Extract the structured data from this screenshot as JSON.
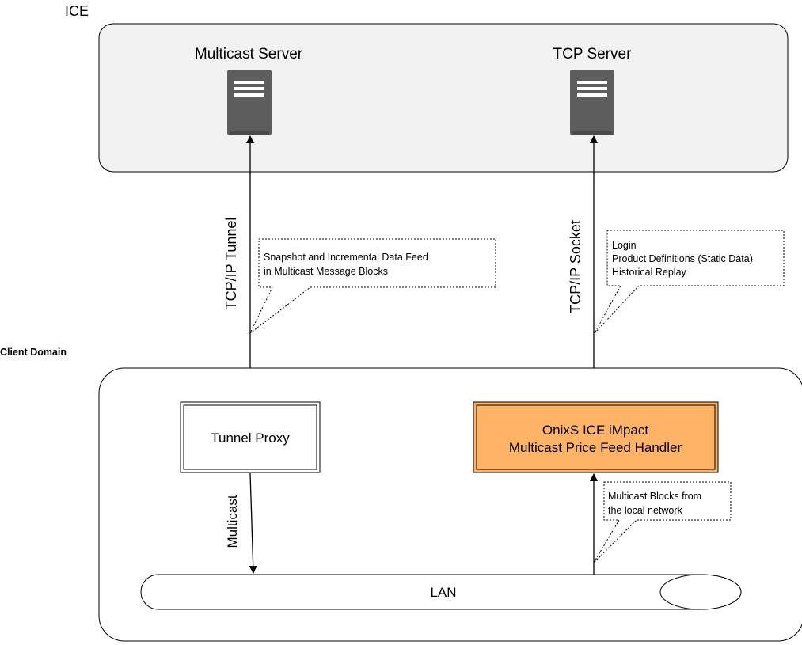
{
  "domains": {
    "ice": "ICE",
    "client": "Client Domain"
  },
  "servers": {
    "multicast": "Multicast Server",
    "tcp": "TCP Server"
  },
  "links": {
    "tunnel": "TCP/IP Tunnel",
    "socket": "TCP/IP Socket",
    "multicast": "Multicast"
  },
  "notes": {
    "tunnel": [
      "Snapshot and Incremental Data Feed",
      "in Multicast Message Blocks"
    ],
    "socket": [
      "Login",
      "Product Definitions (Static Data)",
      "Historical Replay"
    ],
    "lan": [
      "Multicast Blocks from",
      "the local network"
    ]
  },
  "nodes": {
    "tunnel_proxy": "Tunnel Proxy",
    "handler": [
      "OnixS ICE iMpact",
      "Multicast Price Feed Handler"
    ],
    "lan": "LAN"
  },
  "colors": {
    "ice_fill": "#f2f2f2",
    "server_body": "#5d5d5d",
    "handler_fill": "#ffb366"
  },
  "icons": {
    "server": "server-icon"
  }
}
